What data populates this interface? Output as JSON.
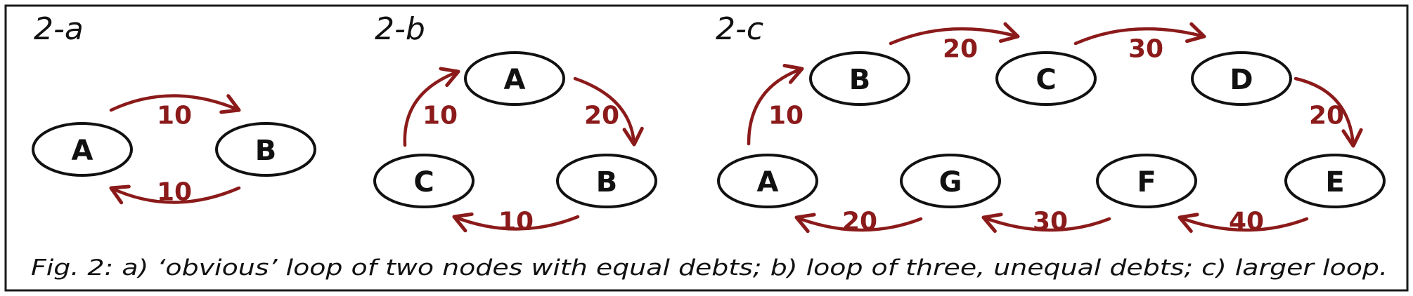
{
  "style": {
    "edge_color": "#8b1a1a",
    "node_stroke": "#111111"
  },
  "panels": [
    {
      "label": "2-a",
      "nodes": [
        {
          "id": "A",
          "label": "A"
        },
        {
          "id": "B",
          "label": "B"
        }
      ],
      "edges": [
        {
          "from": "A",
          "to": "B",
          "weight": "10"
        },
        {
          "from": "B",
          "to": "A",
          "weight": "10"
        }
      ]
    },
    {
      "label": "2-b",
      "nodes": [
        {
          "id": "A",
          "label": "A"
        },
        {
          "id": "B",
          "label": "B"
        },
        {
          "id": "C",
          "label": "C"
        }
      ],
      "edges": [
        {
          "from": "C",
          "to": "A",
          "weight": "10"
        },
        {
          "from": "A",
          "to": "B",
          "weight": "20"
        },
        {
          "from": "B",
          "to": "C",
          "weight": "10"
        }
      ]
    },
    {
      "label": "2-c",
      "nodes": [
        {
          "id": "B",
          "label": "B"
        },
        {
          "id": "C",
          "label": "C"
        },
        {
          "id": "D",
          "label": "D"
        },
        {
          "id": "A",
          "label": "A"
        },
        {
          "id": "G",
          "label": "G"
        },
        {
          "id": "F",
          "label": "F"
        },
        {
          "id": "E",
          "label": "E"
        }
      ],
      "edges": [
        {
          "from": "A",
          "to": "B",
          "weight": "10"
        },
        {
          "from": "B",
          "to": "C",
          "weight": "20"
        },
        {
          "from": "C",
          "to": "D",
          "weight": "30"
        },
        {
          "from": "D",
          "to": "E",
          "weight": "20"
        },
        {
          "from": "E",
          "to": "F",
          "weight": "40"
        },
        {
          "from": "F",
          "to": "G",
          "weight": "30"
        },
        {
          "from": "G",
          "to": "A",
          "weight": "20"
        }
      ]
    }
  ],
  "caption": "Fig. 2: a) ‘obvious’ loop of two nodes with equal debts; b) loop of three, unequal debts; c) larger loop."
}
